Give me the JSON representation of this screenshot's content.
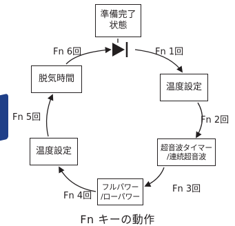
{
  "states": {
    "ready": "準備完了\n状態",
    "temp_setting_1": "温度設定",
    "sonic_timer": "超音波タイマー\n/連続超音波",
    "full_low_power": "フルパワー\n/ローパワー",
    "temp_setting_2": "温度設定",
    "degas_time": "脱気時間"
  },
  "transitions": {
    "fn1": "Fn 1回",
    "fn2": "Fn 2回",
    "fn3": "Fn 3回",
    "fn4": "Fn 4回",
    "fn5": "Fn 5回",
    "fn6": "Fn 6回"
  },
  "caption": "Fn キーの動作",
  "colors": {
    "line": "#231f20",
    "accent_tab": "#1f3f88"
  }
}
